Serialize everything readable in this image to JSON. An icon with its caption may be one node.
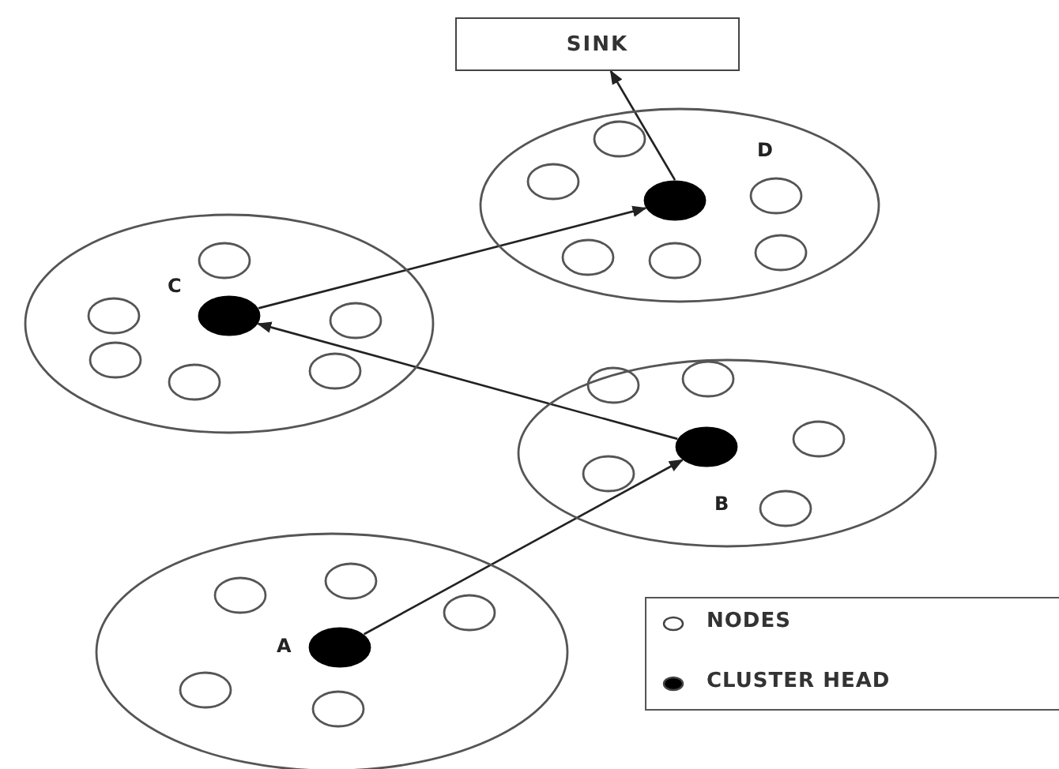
{
  "diagram": {
    "nodes": [
      {
        "text": [
          "SINK"
        ]
      },
      {
        "text": [],
        "shape": "circle"
      },
      {
        "text": [],
        "shape": "circle",
        "in": 1
      },
      {
        "text": [],
        "shape": "circle",
        "in": 1
      },
      {
        "text": [],
        "shape": "circle",
        "in": 1
      },
      {
        "text": [],
        "shape": "circle",
        "in": 1
      },
      {
        "text": [],
        "shape": "circle",
        "in": 1
      },
      {
        "text": [],
        "shape": "circle",
        "in": 1
      },
      {
        "text": [],
        "shape": "circle",
        "in": 1
      },
      {
        "text": [],
        "shape": "circle"
      },
      {
        "text": [],
        "shape": "circle",
        "in": 9,
        "beside": [
          "C"
        ]
      },
      {
        "text": [],
        "shape": "circle",
        "in": 9
      },
      {
        "text": [],
        "shape": "circle",
        "in": 9
      },
      {
        "text": [],
        "shape": "circle",
        "in": 9
      },
      {
        "text": [],
        "shape": "circle",
        "in": 9
      },
      {
        "text": [],
        "shape": "circle",
        "in": 9
      },
      {
        "text": [],
        "shape": "circle",
        "in": 9
      },
      {
        "text": [],
        "shape": "circle"
      },
      {
        "text": [],
        "shape": "circle",
        "in": 17,
        "beside": [
          "B"
        ]
      },
      {
        "text": [],
        "shape": "circle",
        "in": 17
      },
      {
        "text": [],
        "shape": "circle",
        "in": 17
      },
      {
        "text": [],
        "shape": "circle",
        "in": 17
      },
      {
        "text": [],
        "shape": "circle",
        "in": 17
      },
      {
        "text": [],
        "shape": "circle",
        "in": 17
      },
      {
        "text": [],
        "shape": "circle"
      },
      {
        "text": [],
        "shape": "circle",
        "in": 24,
        "beside": [
          "A"
        ]
      },
      {
        "text": [],
        "shape": "circle",
        "in": 24
      },
      {
        "text": [],
        "shape": "circle",
        "in": 24
      },
      {
        "text": [],
        "shape": "circle",
        "in": 24
      },
      {
        "text": [],
        "shape": "circle",
        "in": 24
      },
      {
        "text": [],
        "shape": "circle",
        "in": 24
      }
    ],
    "edges": [
      {
        "from": 25,
        "to": 18,
        "arrow": "to"
      },
      {
        "from": 18,
        "to": 10,
        "arrow": "to"
      },
      {
        "from": 10,
        "to": 2,
        "arrow": "to"
      },
      {
        "from": 2,
        "to": 0,
        "arrow": "to"
      }
    ],
    "labels": [
      "D"
    ],
    "legend": [
      {
        "text": "NODES"
      },
      {
        "text": "CLUSTER HEAD"
      }
    ]
  }
}
